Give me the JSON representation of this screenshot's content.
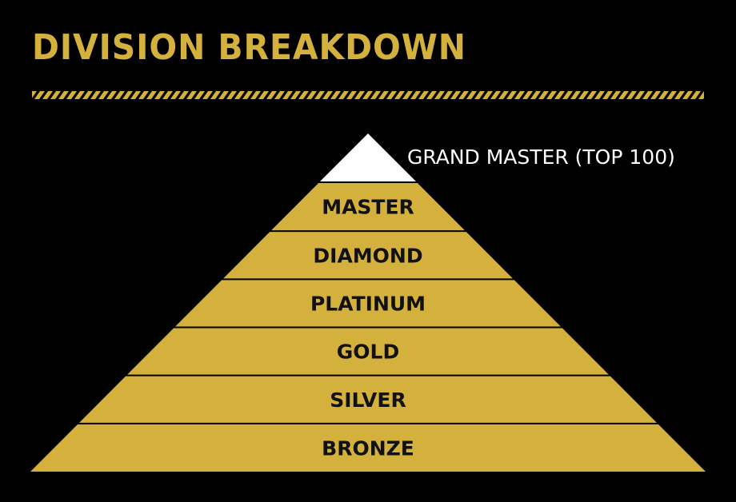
{
  "title": "DIVISION BREAKDOWN",
  "colors": {
    "background": "#000000",
    "accent": "#d4b13c",
    "apex": "#ffffff",
    "tier_text": "#111111"
  },
  "apex": {
    "label": "GRAND MASTER (TOP 100)"
  },
  "tiers": [
    {
      "label": "MASTER"
    },
    {
      "label": "DIAMOND"
    },
    {
      "label": "PLATINUM"
    },
    {
      "label": "GOLD"
    },
    {
      "label": "SILVER"
    },
    {
      "label": "BRONZE"
    }
  ]
}
